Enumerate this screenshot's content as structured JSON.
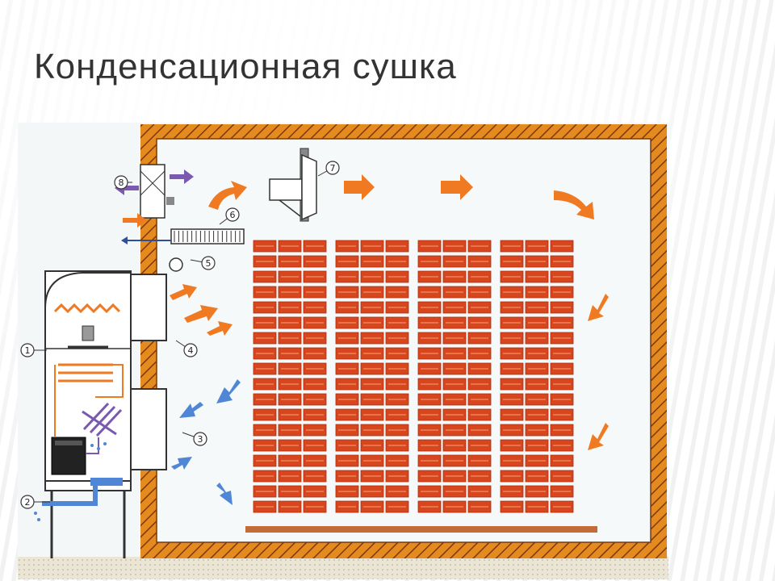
{
  "slide": {
    "title": "Конденсационная сушка"
  },
  "diagram": {
    "callouts": [
      "1",
      "2",
      "3",
      "4",
      "5",
      "6",
      "7",
      "8"
    ],
    "colors": {
      "wall": "#e58a1f",
      "brick": "#d8461e",
      "warm_arrow": "#f07a22",
      "cold_arrow": "#4f86d6",
      "interior": "#f6f9f9",
      "floor": "#e9e3d2"
    },
    "stack_columns": 4,
    "stack_rows": 18,
    "stack_cols_per_block": 3
  }
}
